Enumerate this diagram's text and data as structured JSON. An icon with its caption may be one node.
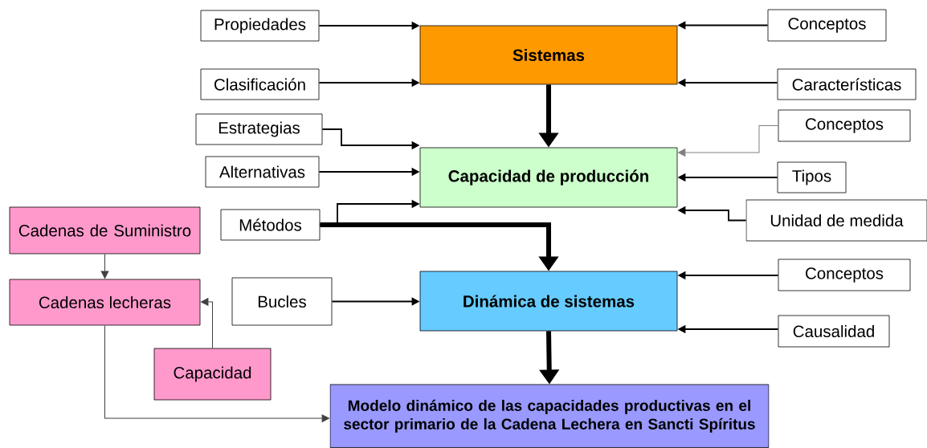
{
  "diagram": {
    "nodes": [
      {
        "text": [
          "Sistemas"
        ]
      },
      {
        "text": [
          "Propiedades"
        ]
      },
      {
        "text": [
          "Conceptos"
        ]
      },
      {
        "text": [
          "Clasificación"
        ]
      },
      {
        "text": [
          "Características"
        ]
      },
      {
        "text": [
          "Capacidad de producción"
        ]
      },
      {
        "text": [
          "Estrategias"
        ]
      },
      {
        "text": [
          "Conceptos"
        ]
      },
      {
        "text": [
          "Alternativas"
        ]
      },
      {
        "text": [
          "Tipos"
        ]
      },
      {
        "text": [
          "Cadenas de Suministro"
        ]
      },
      {
        "text": [
          "Métodos"
        ]
      },
      {
        "text": [
          "Unidad de medida"
        ]
      },
      {
        "text": [
          "Cadenas lecheras"
        ]
      },
      {
        "text": [
          "Bucles"
        ]
      },
      {
        "text": [
          "Dinámica de sistemas"
        ]
      },
      {
        "text": [
          "Conceptos"
        ]
      },
      {
        "text": [
          "Causalidad"
        ]
      },
      {
        "text": [
          "Capacidad"
        ]
      },
      {
        "text": [
          "Modelo dinámico de las capacidades productivas en el sector primario de la Cadena Lechera en Sancti Spíritus"
        ]
      }
    ],
    "edges": [
      {
        "from": 1,
        "to": 0,
        "arrow": "to"
      },
      {
        "from": 2,
        "to": 0,
        "arrow": "to"
      },
      {
        "from": 3,
        "to": 0,
        "arrow": "to"
      },
      {
        "from": 4,
        "to": 0,
        "arrow": "to"
      },
      {
        "from": 0,
        "to": 5,
        "arrow": "to",
        "style": "thick"
      },
      {
        "from": 6,
        "to": 5,
        "arrow": "to"
      },
      {
        "from": 7,
        "to": 5,
        "arrow": "to",
        "color": "#808080"
      },
      {
        "from": 8,
        "to": 5,
        "arrow": "to"
      },
      {
        "from": 9,
        "to": 5,
        "arrow": "to"
      },
      {
        "from": 10,
        "to": 13,
        "arrow": "to",
        "color": "#404040"
      },
      {
        "from": 11,
        "to": 5,
        "arrow": "to"
      },
      {
        "from": 11,
        "to": 15,
        "arrow": "to",
        "style": "thick"
      },
      {
        "from": 12,
        "to": 5,
        "arrow": "to"
      },
      {
        "from": 14,
        "to": 15,
        "arrow": "to"
      },
      {
        "from": 16,
        "to": 15,
        "arrow": "to"
      },
      {
        "from": 17,
        "to": 15,
        "arrow": "to"
      },
      {
        "from": 18,
        "to": 13,
        "arrow": "to",
        "color": "#404040"
      },
      {
        "from": 15,
        "to": 19,
        "arrow": "to",
        "style": "thick"
      },
      {
        "from": 13,
        "to": 19,
        "arrow": "to",
        "color": "#404040"
      }
    ]
  }
}
